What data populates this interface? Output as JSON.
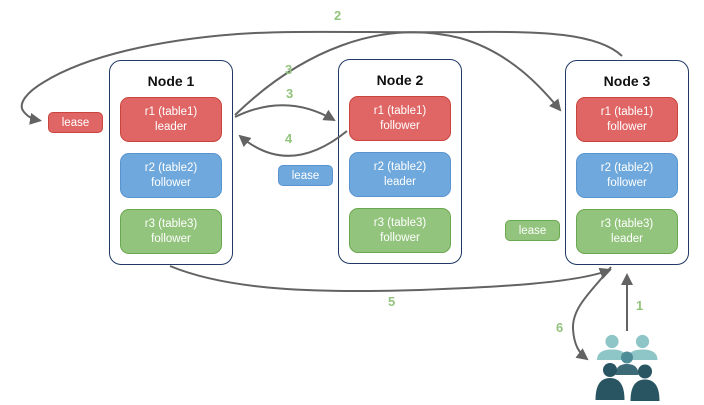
{
  "nodes": [
    {
      "title": "Node 1",
      "replicas": [
        {
          "name": "r1 (table1)",
          "role": "leader",
          "color": "red"
        },
        {
          "name": "r2 (table2)",
          "role": "follower",
          "color": "blue"
        },
        {
          "name": "r3 (table3)",
          "role": "follower",
          "color": "green"
        }
      ]
    },
    {
      "title": "Node 2",
      "replicas": [
        {
          "name": "r1 (table1)",
          "role": "follower",
          "color": "red"
        },
        {
          "name": "r2 (table2)",
          "role": "leader",
          "color": "blue"
        },
        {
          "name": "r3 (table3)",
          "role": "follower",
          "color": "green"
        }
      ]
    },
    {
      "title": "Node 3",
      "replicas": [
        {
          "name": "r1 (table1)",
          "role": "follower",
          "color": "red"
        },
        {
          "name": "r2 (table2)",
          "role": "follower",
          "color": "blue"
        },
        {
          "name": "r3 (table3)",
          "role": "leader",
          "color": "green"
        }
      ]
    }
  ],
  "leases": [
    {
      "label": "lease",
      "color": "red"
    },
    {
      "label": "lease",
      "color": "blue"
    },
    {
      "label": "lease",
      "color": "green"
    }
  ],
  "steps": {
    "s1": "1",
    "s2": "2",
    "s3a": "3",
    "s3b": "3",
    "s4": "4",
    "s5": "5",
    "s6": "6"
  },
  "icons": {
    "users": "users-icon"
  },
  "colors": {
    "replica_red": "#e06666",
    "replica_red_border": "#c9443c",
    "replica_blue": "#6fa8dc",
    "replica_blue_border": "#5a94ce",
    "replica_green": "#93c47d",
    "replica_green_border": "#6aa84f",
    "node_border": "#1f3864",
    "arrow": "#636363",
    "step_label": "#93c47d",
    "users_light_teal": "#8ec5c6",
    "users_mid_teal": "#4e8d97",
    "users_mid_body": "#3c6b77",
    "users_dark_slate": "#285561"
  }
}
